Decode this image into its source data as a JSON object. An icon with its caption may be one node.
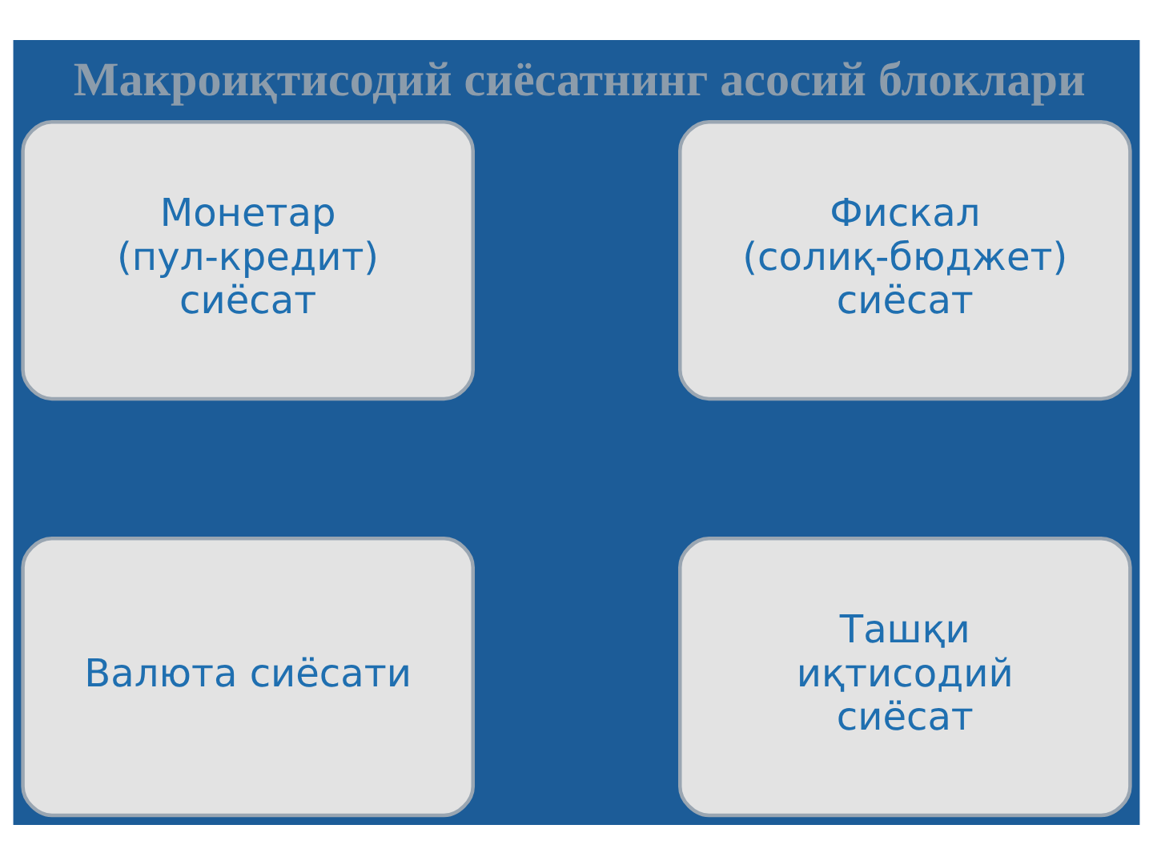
{
  "diagram": {
    "title": "Макроиқтисодий сиёсатнинг асосий блоклари",
    "nodes": [
      {
        "text": [
          "Монетар",
          "(пул-кредит) сиёсат"
        ]
      },
      {
        "text": [
          "Фискал",
          "(солиқ-бюджет) сиёсат"
        ]
      },
      {
        "text": [
          "Валюта сиёсати"
        ]
      },
      {
        "text": [
          "Ташқи иқтисодий сиёсат"
        ]
      }
    ],
    "edges": []
  }
}
